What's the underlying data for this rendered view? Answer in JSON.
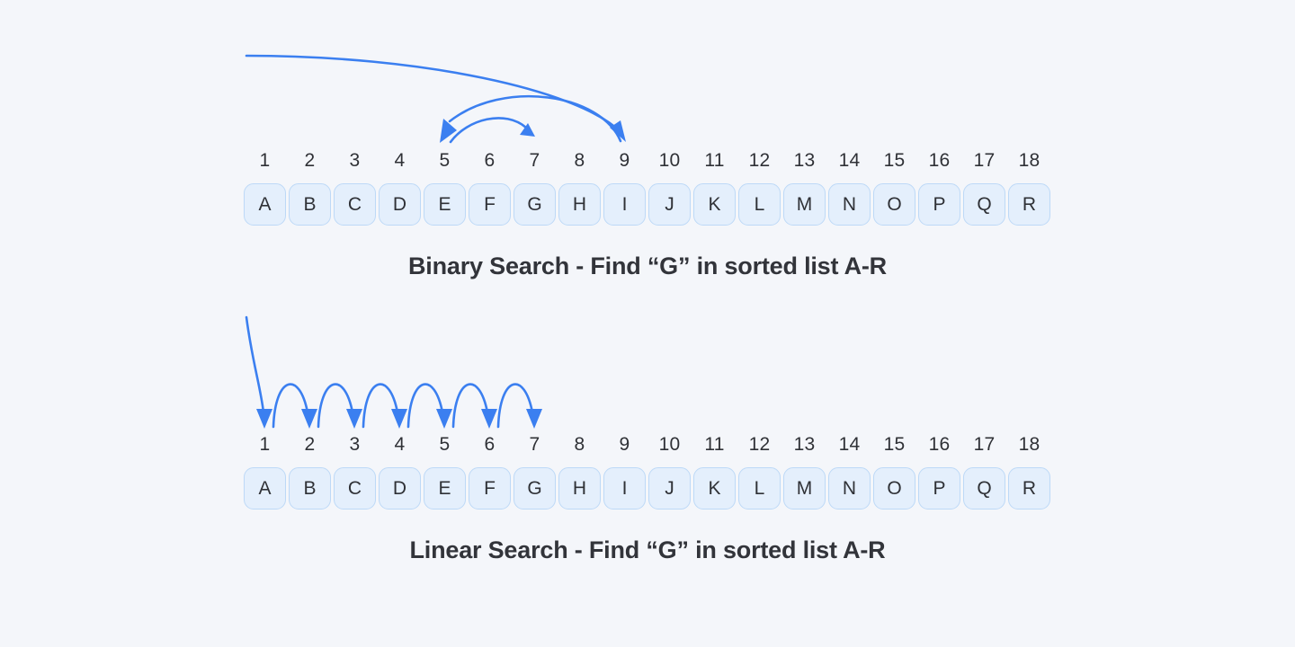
{
  "page": {
    "background_color": "#f4f6fa",
    "accent_color": "#3b7ff0",
    "box_fill_color": "#e4effc",
    "box_border_color": "#bdd9f7",
    "text_color": "#2f3136"
  },
  "diagrams": [
    {
      "id": "binary-search",
      "caption": "Binary Search - Find “G” in sorted list A-R",
      "indices": [
        "1",
        "2",
        "3",
        "4",
        "5",
        "6",
        "7",
        "8",
        "9",
        "10",
        "11",
        "12",
        "13",
        "14",
        "15",
        "16",
        "17",
        "18"
      ],
      "letters": [
        "A",
        "B",
        "C",
        "D",
        "E",
        "F",
        "G",
        "H",
        "I",
        "J",
        "K",
        "L",
        "M",
        "N",
        "O",
        "P",
        "Q",
        "R"
      ],
      "probe_sequence": [
        9,
        5,
        7
      ],
      "target_letter": "G",
      "target_index": 7,
      "arrows": [
        {
          "name": "arc-start-to-9",
          "from_index": null,
          "to_index": 9,
          "direction": "right"
        },
        {
          "name": "arc-9-to-5",
          "from_index": 9,
          "to_index": 5,
          "direction": "left"
        },
        {
          "name": "arc-5-to-7",
          "from_index": 5,
          "to_index": 7,
          "direction": "right"
        }
      ]
    },
    {
      "id": "linear-search",
      "caption": "Linear Search - Find “G” in sorted list A-R",
      "indices": [
        "1",
        "2",
        "3",
        "4",
        "5",
        "6",
        "7",
        "8",
        "9",
        "10",
        "11",
        "12",
        "13",
        "14",
        "15",
        "16",
        "17",
        "18"
      ],
      "letters": [
        "A",
        "B",
        "C",
        "D",
        "E",
        "F",
        "G",
        "H",
        "I",
        "J",
        "K",
        "L",
        "M",
        "N",
        "O",
        "P",
        "Q",
        "R"
      ],
      "probe_sequence": [
        1,
        2,
        3,
        4,
        5,
        6,
        7
      ],
      "target_letter": "G",
      "target_index": 7,
      "arrows": [
        {
          "name": "entry-drop-to-1",
          "from_index": null,
          "to_index": 1,
          "direction": "down"
        },
        {
          "name": "hop-1-to-2",
          "from_index": 1,
          "to_index": 2,
          "direction": "down"
        },
        {
          "name": "hop-2-to-3",
          "from_index": 2,
          "to_index": 3,
          "direction": "down"
        },
        {
          "name": "hop-3-to-4",
          "from_index": 3,
          "to_index": 4,
          "direction": "down"
        },
        {
          "name": "hop-4-to-5",
          "from_index": 4,
          "to_index": 5,
          "direction": "down"
        },
        {
          "name": "hop-5-to-6",
          "from_index": 5,
          "to_index": 6,
          "direction": "down"
        },
        {
          "name": "hop-6-to-7",
          "from_index": 6,
          "to_index": 7,
          "direction": "down"
        }
      ]
    }
  ]
}
